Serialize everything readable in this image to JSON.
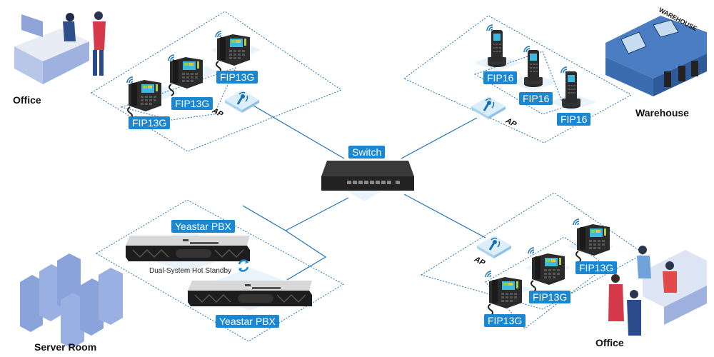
{
  "diagram": {
    "title": "Yeastar PBX wireless phone deployment topology",
    "colors": {
      "link": "#1f74b8",
      "zone_border": "#1f74b8",
      "tag_bg": "#1a87d0",
      "tag_text": "#ffffff",
      "ap_tile": "#dbeef9"
    },
    "core": {
      "switch_label": "Switch"
    },
    "zones": {
      "office_top": {
        "place_label": "Office",
        "ap_label": "AP",
        "phones": [
          {
            "model": "FIP13G"
          },
          {
            "model": "FIP13G"
          },
          {
            "model": "FIP13G"
          }
        ]
      },
      "warehouse": {
        "place_label": "Warehouse",
        "building_sign": "WAREHOUSE",
        "ap_label": "AP",
        "phones": [
          {
            "model": "FIP16"
          },
          {
            "model": "FIP16"
          },
          {
            "model": "FIP16"
          }
        ]
      },
      "server_room": {
        "place_label": "Server Room",
        "pbx_top_label": "Yeastar PBX",
        "pbx_bottom_label": "Yeastar PBX",
        "standby_note": "Dual-System Hot Standby"
      },
      "office_bottom": {
        "place_label": "Office",
        "ap_label": "AP",
        "phones": [
          {
            "model": "FIP13G"
          },
          {
            "model": "FIP13G"
          },
          {
            "model": "FIP13G"
          }
        ]
      }
    },
    "icons": {
      "switch": "network-switch-icon",
      "ap": "wireless-access-point-icon",
      "desk_phone": "ip-desk-phone-icon",
      "dect_handset": "dect-handset-icon",
      "server": "rack-server-icon",
      "sync": "sync-arrows-icon",
      "wifi": "wifi-signal-icon"
    }
  }
}
